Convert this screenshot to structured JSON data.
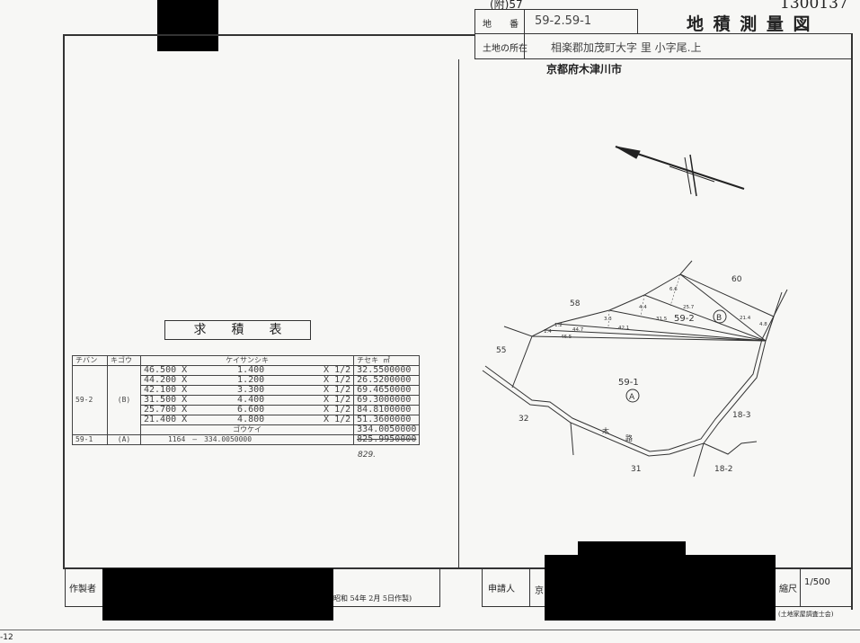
{
  "header": {
    "annotation_top": "(附)57",
    "doc_number": "1300137",
    "title": "地 積 測 量 図",
    "lot_label": "地　　番",
    "lot_value": "59-2.59-1",
    "location_label": "土地の所在",
    "location_value": "相楽郡加茂町大字 里 小字尾.上",
    "location_correction": "京都府木津川市"
  },
  "table": {
    "title": "求　　積　　表",
    "headers": [
      "チバン",
      "キゴウ",
      "ケイサンシキ",
      "チセキ ㎡"
    ],
    "groups": [
      {
        "lot": "59-2",
        "mark": "(B)",
        "rows": [
          {
            "a": "46.500",
            "op": "X",
            "b": "1.400",
            "half": "X 1/2",
            "area": "32.5500000"
          },
          {
            "a": "44.200",
            "op": "X",
            "b": "1.200",
            "half": "X 1/2",
            "area": "26.5200000"
          },
          {
            "a": "42.100",
            "op": "X",
            "b": "3.300",
            "half": "X 1/2",
            "area": "69.4650000"
          },
          {
            "a": "31.500",
            "op": "X",
            "b": "4.400",
            "half": "X 1/2",
            "area": "69.3000000"
          },
          {
            "a": "25.700",
            "op": "X",
            "b": "6.600",
            "half": "X 1/2",
            "area": "84.8100000"
          },
          {
            "a": "21.400",
            "op": "X",
            "b": "4.800",
            "half": "X 1/2",
            "area": "51.3600000"
          }
        ],
        "total_label": "ゴウケイ",
        "total": "334.0050000"
      },
      {
        "lot": "59-1",
        "mark": "(A)",
        "formula": "1164　—　334.0050000",
        "area": "825.9950000",
        "area_correction": "829."
      }
    ]
  },
  "map": {
    "labels": {
      "n58": "58",
      "n55": "55",
      "n60": "60",
      "lot_b": "59-2",
      "mark_b": "B",
      "lot_a": "59-1",
      "mark_a": "A",
      "n32": "32",
      "n31": "31",
      "n18_3": "18-3",
      "n18_2": "18-2",
      "road1": "木",
      "road2": "路"
    },
    "dims": [
      "46.5",
      "44.7",
      "42.1",
      "31.5",
      "25.7",
      "21.4",
      "1.4",
      "1.2",
      "3.3",
      "4.4",
      "6.6",
      "4.8"
    ]
  },
  "footer": {
    "author_label": "作製者",
    "date": "昭和 54年 2月 5日作製)",
    "applicant_label": "申請人",
    "applicant_partial": "京",
    "scale_label": "縮尺",
    "scale_value": "1/500",
    "association": "(土地家屋調査士会)",
    "page_mark": "-12"
  }
}
